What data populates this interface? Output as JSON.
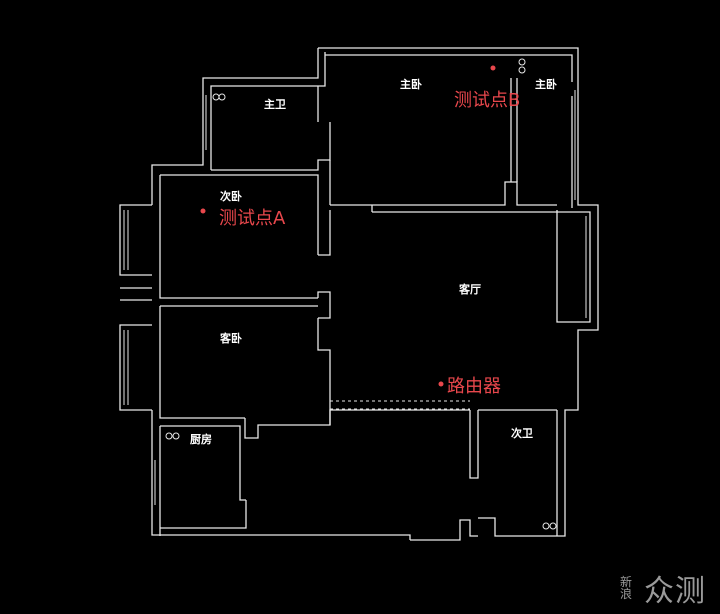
{
  "rooms": {
    "master_bath": "主卫",
    "master_bedroom": "主卧",
    "master_bedroom_small": "主卧",
    "second_bedroom": "次卧",
    "living_room": "客厅",
    "guest_bedroom": "客卧",
    "kitchen": "厨房",
    "second_bath": "次卫"
  },
  "markers": {
    "test_point_a": "测试点A",
    "test_point_b": "测试点B",
    "router": "路由器"
  },
  "watermark": {
    "small_line1": "新",
    "small_line2": "浪",
    "big": "众测"
  },
  "colors": {
    "background": "#000000",
    "walls": "#e8e8e8",
    "marker": "#e8474c",
    "watermark": "#9a9a9a"
  }
}
